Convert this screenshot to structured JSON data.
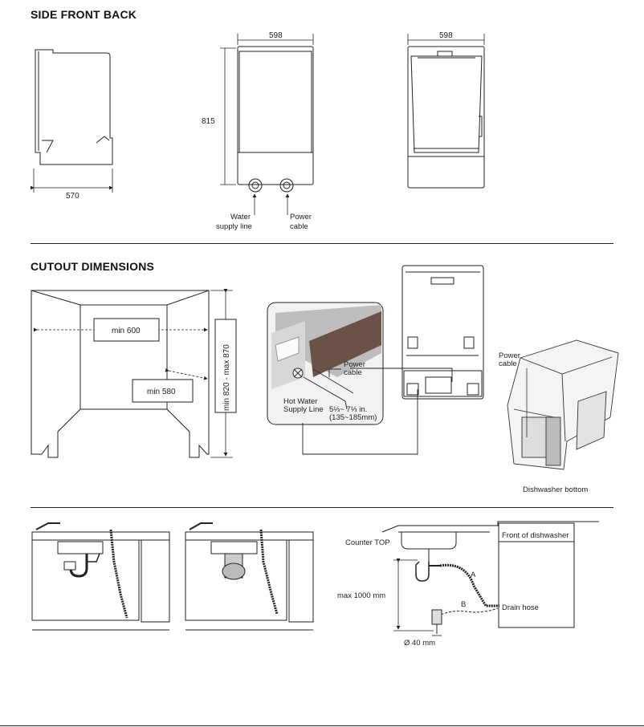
{
  "sections": {
    "views_title": "SIDE FRONT BACK",
    "cutout_title": "CUTOUT DIMENSIONS"
  },
  "views": {
    "side_depth": "570",
    "front_width": "598",
    "front_height": "815",
    "back_width": "598",
    "water_label_1": "Water",
    "water_label_2": "supply line",
    "power_label_1": "Power",
    "power_label_2": "cable"
  },
  "cutout": {
    "min_width": "min 600",
    "min_depth": "min 580",
    "height_range": "min 820 - max 870",
    "power_cable_1": "Power",
    "power_cable_2": "cable",
    "hot_water_1": "Hot Water",
    "hot_water_2": "Supply Line",
    "distance_in": "5⅓~ 7⅓ in.",
    "distance_mm": "(135~185mm)",
    "right_power_1": "Power",
    "right_power_2": "cable",
    "bottom_caption": "Dishwasher bottom"
  },
  "drain": {
    "counter_top": "Counter TOP",
    "front_of_dishwasher": "Front of dishwasher",
    "max_height": "max 1000 mm",
    "drain_hose": "Drain hose",
    "pipe_diameter": "Ø 40 mm",
    "hose_a": "A",
    "hose_b": "B"
  }
}
